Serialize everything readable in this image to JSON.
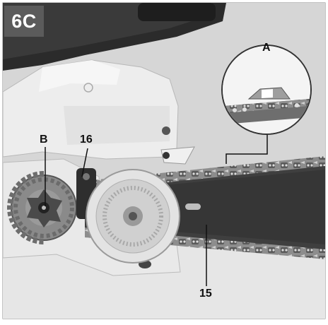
{
  "figure": {
    "badge": "6C",
    "callouts": {
      "A": "A",
      "B": "B",
      "16": "16",
      "15": "15"
    },
    "colors": {
      "background": "#d4d4d4",
      "housing": "#ececec",
      "bar": "#3f3f3f",
      "badge": "#5b5b5b"
    },
    "icons": [
      "chainsaw-illustration",
      "saw-chain-detail"
    ]
  }
}
